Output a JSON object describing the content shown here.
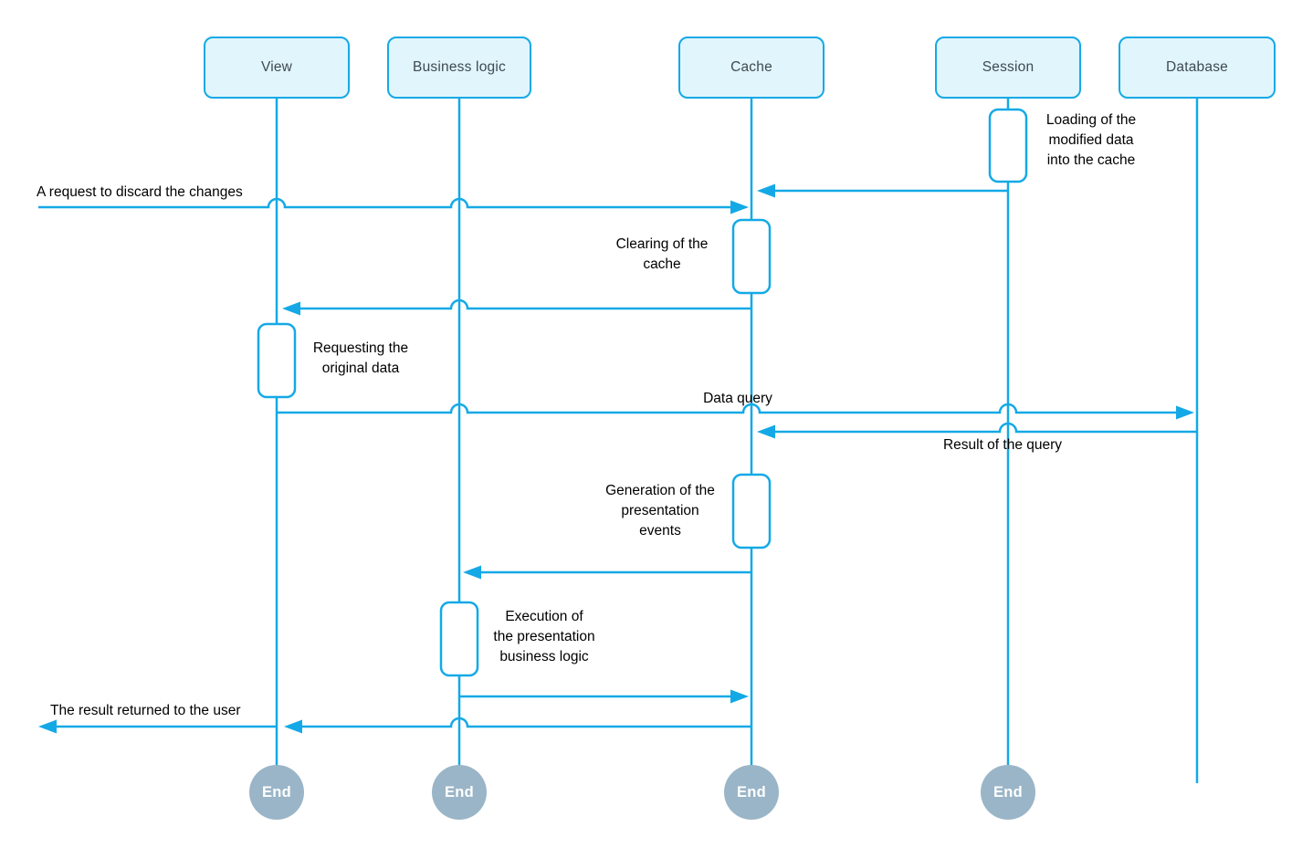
{
  "diagram": {
    "type": "sequence",
    "actors": [
      {
        "label": "View"
      },
      {
        "label": "Business logic"
      },
      {
        "label": "Cache"
      },
      {
        "label": "Session"
      },
      {
        "label": "Database"
      }
    ],
    "activities": {
      "session_loading": "Loading of the\nmodified data\ninto the cache",
      "cache_clearing": "Clearing of the\ncache",
      "view_requesting": "Requesting the\noriginal data",
      "cache_generation": "Generation of the\npresentation\nevents",
      "logic_execution": "Execution of\nthe presentation\nbusiness logic"
    },
    "messages": {
      "discard_request": "A request to discard the changes",
      "data_query": "Data query",
      "query_result": "Result of the query",
      "result_to_user": "The result returned to the user"
    },
    "end_label": "End",
    "colors": {
      "accent": "#14a9e6",
      "node_fill": "#e1f5fc",
      "end_node": "#9ab5c7",
      "header_text": "#3e4a52",
      "message_text": "#000000"
    }
  }
}
